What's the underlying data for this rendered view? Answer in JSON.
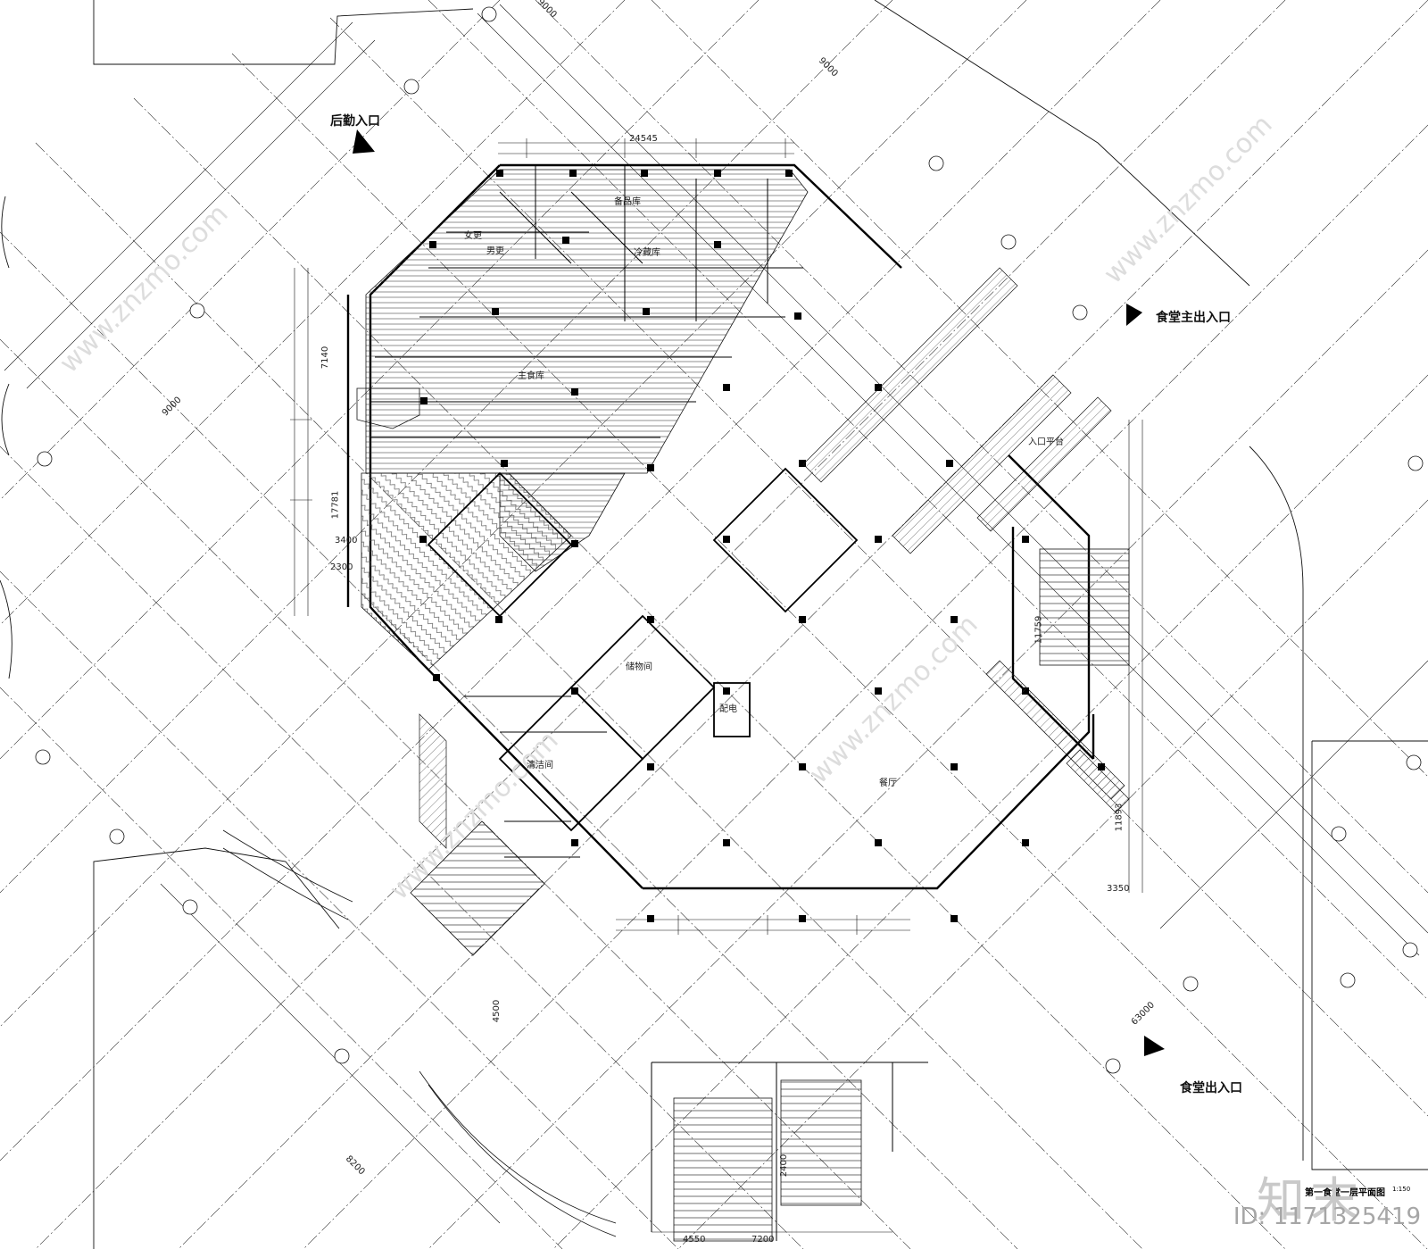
{
  "drawing": {
    "entrances": {
      "logistics": "后勤入口",
      "main": "食堂主出入口",
      "exit": "食堂出入口"
    },
    "sheet_title": "第一食堂一层平面图",
    "sheet_scale": "1:150",
    "rooms": [
      "冷藏库",
      "餐厅",
      "主食库",
      "男更",
      "女更",
      "入口平台",
      "储物间",
      "清洁间",
      "配电",
      "备品库"
    ],
    "dimensions": [
      "24545",
      "9000",
      "9000",
      "9000",
      "17781",
      "7140",
      "11759",
      "11893",
      "4550",
      "7200",
      "2400",
      "3350",
      "8200",
      "63000",
      "3400",
      "2300",
      "4500"
    ]
  },
  "watermark": {
    "brand": "知末",
    "id": "ID: 1171325419",
    "site_text": "www.znzmo.com"
  },
  "colors": {
    "line": "#111111",
    "hatch": "#444444",
    "watermark": "#c9c9c9"
  }
}
